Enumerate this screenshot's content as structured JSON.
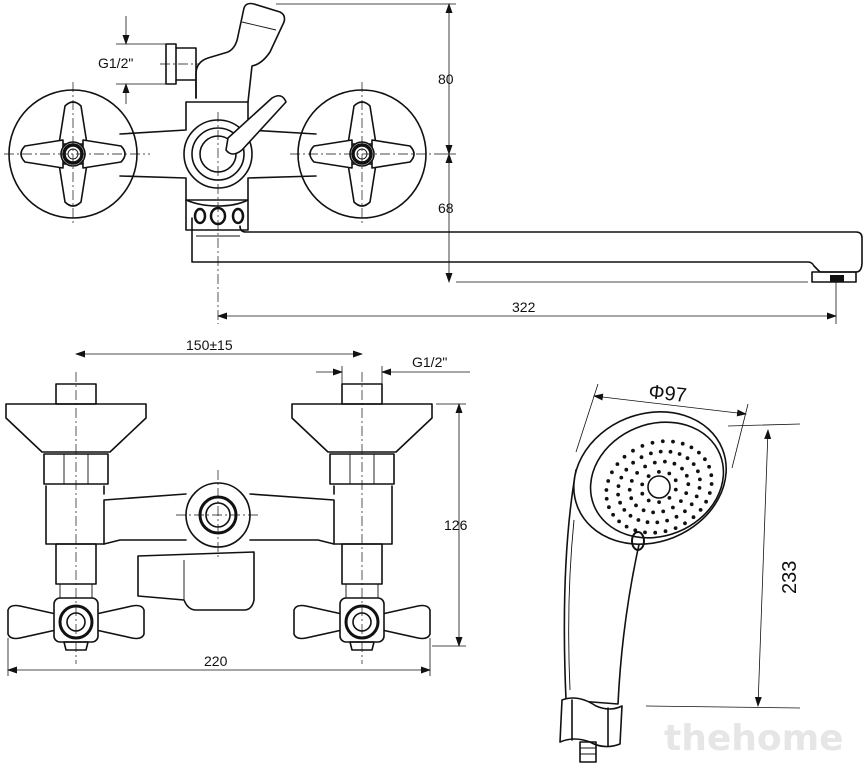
{
  "top_view": {
    "dim_height_upper": "80",
    "dim_height_lower": "68",
    "dim_spout_length": "322",
    "dim_thread_left": "G1/2\""
  },
  "front_view": {
    "dim_center_distance": "150±15",
    "dim_thread_right": "G1/2\"",
    "dim_height": "126",
    "dim_width": "220"
  },
  "shower_head": {
    "dim_diameter": "Φ97",
    "dim_length": "233"
  },
  "watermark": "thehome"
}
